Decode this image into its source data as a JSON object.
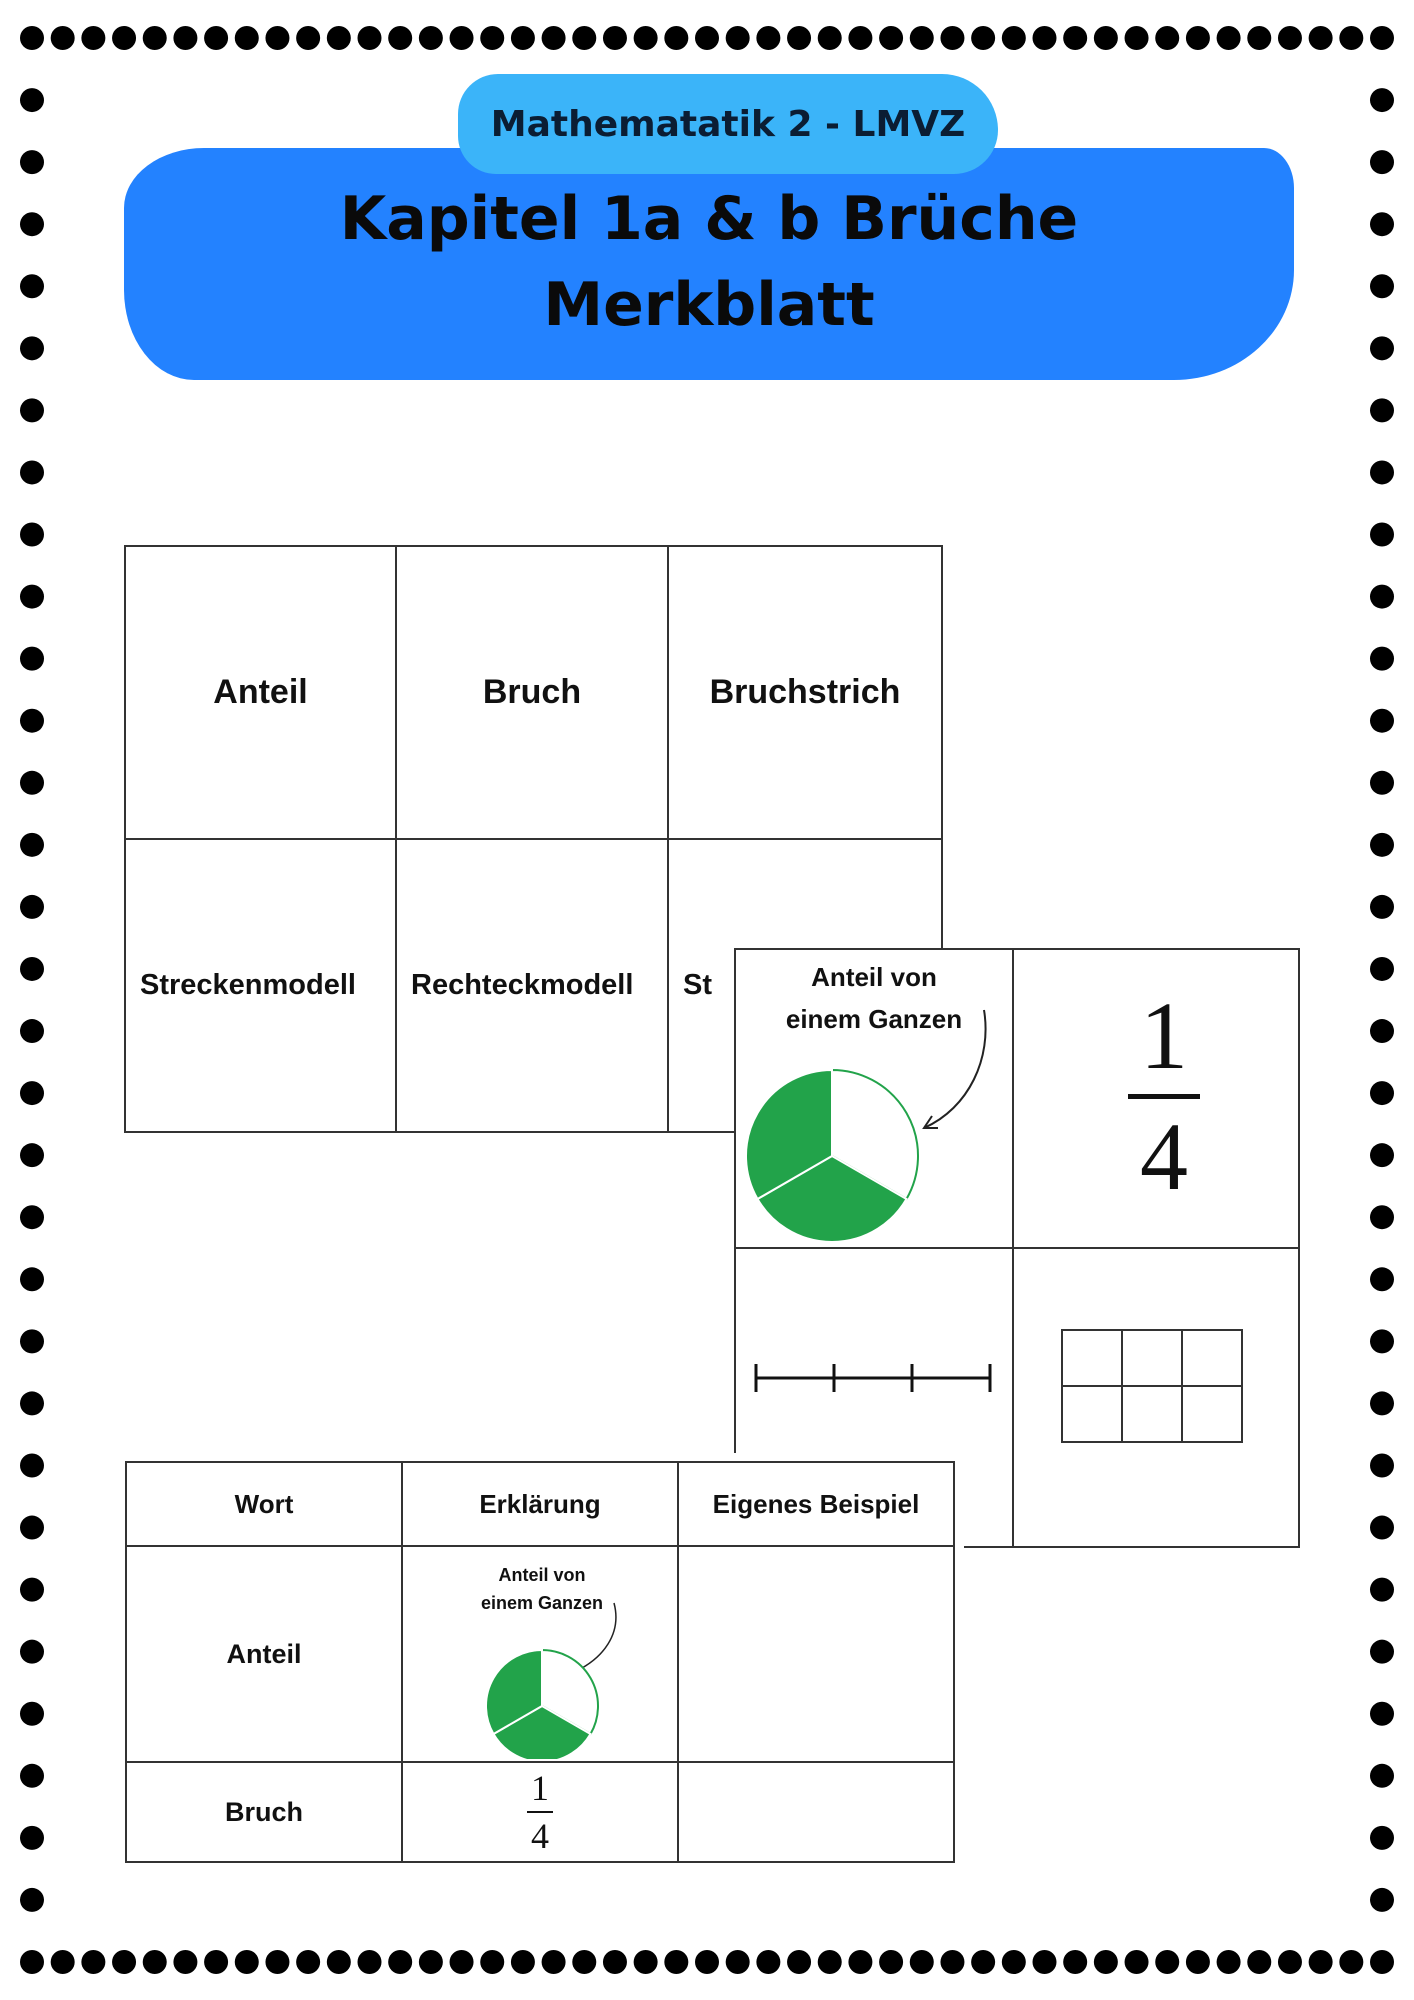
{
  "header": {
    "subtitle": "Mathematatik 2 - LMVZ",
    "title_line1": "Kapitel 1a & b Brüche",
    "title_line2": "Merkblatt"
  },
  "colors": {
    "pill": "#3bb4f9",
    "blob": "#2382ff",
    "pie_green": "#22a34a",
    "dots": "#000000"
  },
  "card_vocab": {
    "row1": [
      "Anteil",
      "Bruch",
      "Bruchstrich"
    ],
    "row2": [
      "Streckenmodell",
      "Rechteckmodell",
      "St"
    ]
  },
  "card_examples": {
    "anteil_label_line1": "Anteil von",
    "anteil_label_line2": "einem Ganzen",
    "fraction_numerator": "1",
    "fraction_denominator": "4",
    "pie_green_slices": 2,
    "pie_total_slices": 3,
    "line_segments": 3,
    "rectangle_cols": 3,
    "rectangle_rows": 2
  },
  "card_table": {
    "headers": [
      "Wort",
      "Erklärung",
      "Eigenes Beispiel"
    ],
    "rows": [
      {
        "word": "Anteil",
        "explanation_line1": "Anteil von",
        "explanation_line2": "einem Ganzen",
        "example": ""
      },
      {
        "word": "Bruch",
        "fraction_numerator": "1",
        "fraction_denominator": "4",
        "example": ""
      }
    ]
  }
}
